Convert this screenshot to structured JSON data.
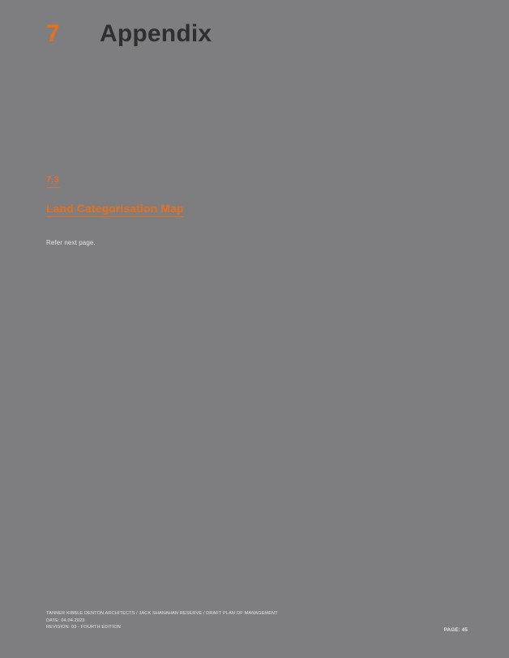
{
  "document": {
    "background_color": "#7e7e80",
    "accent_color": "#e8701d",
    "text_color": "#e6e6e6"
  },
  "chapter": {
    "number": "7",
    "name": "Appendix"
  },
  "section": {
    "number": "7.3",
    "title": "Land Categorisation Map"
  },
  "body": {
    "text": "Refer next page."
  },
  "footer": {
    "line1": "TANNER KIBBLE DENTON ARCHITECTS / JACK SHANAHAN RESERVE / DRAFT PLAN OF MANAGEMENT",
    "line2": "DATE: 04.04.2023",
    "line3": "REVISION: 03 - FOURTH EDITION",
    "page_label": "PAGE: 45"
  }
}
